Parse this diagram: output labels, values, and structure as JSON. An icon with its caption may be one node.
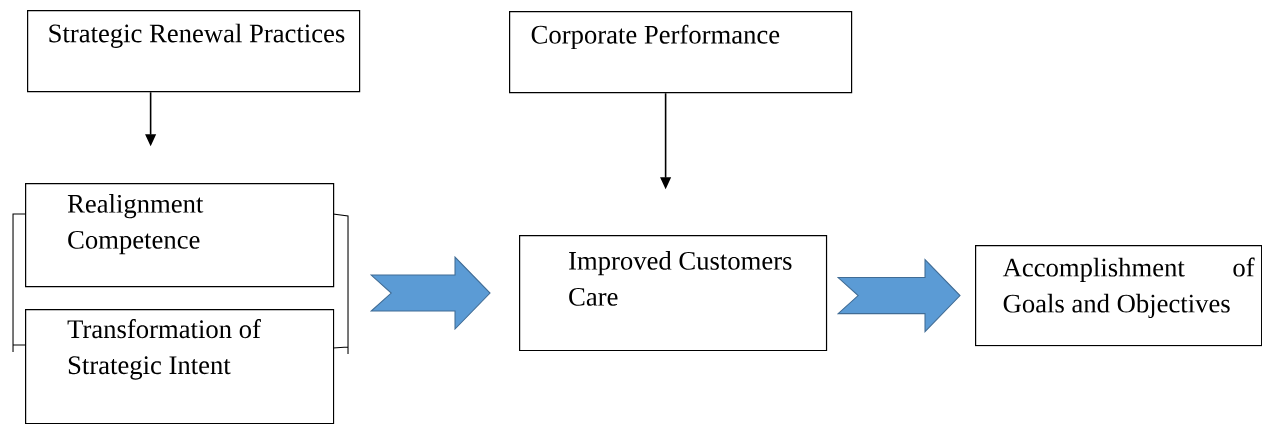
{
  "diagram": {
    "nodes": [
      {
        "text": [
          "Strategic Renewal Practices"
        ]
      },
      {
        "text": [
          "Realignment Competence"
        ]
      },
      {
        "text": [
          "Transformation of Strategic Intent"
        ]
      },
      {
        "text": [
          "Corporate Performance"
        ]
      },
      {
        "text": [
          "Improved Customers Care"
        ]
      },
      {
        "text": [
          "Accomplishment of Goals and Objectives"
        ]
      }
    ],
    "edges": [
      {
        "from": 0,
        "to": null,
        "arrow": "to"
      },
      {
        "from": 3,
        "to": null,
        "arrow": "to"
      },
      {
        "from": 1,
        "to": 4,
        "arrow": "to",
        "style": "thick",
        "color": "#5b9bd5"
      },
      {
        "from": 2,
        "to": 4,
        "arrow": "to",
        "style": "thick",
        "color": "#5b9bd5"
      },
      {
        "from": 4,
        "to": 5,
        "arrow": "to",
        "style": "thick",
        "color": "#5b9bd5"
      }
    ]
  }
}
